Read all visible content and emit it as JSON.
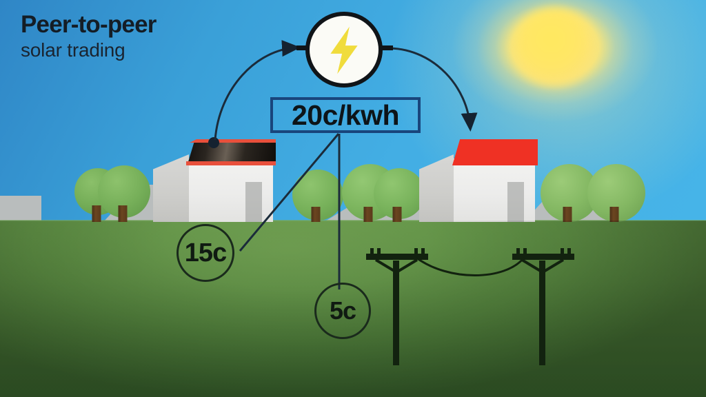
{
  "title": {
    "main": "Peer-to-peer",
    "sub": "solar trading"
  },
  "hub": {
    "icon": "lightning-bolt-icon",
    "bolt_color": "#f0dc3c",
    "circle_fill": "#fbfbf6",
    "circle_stroke": "#101418"
  },
  "price_box": {
    "label": "20c/kwh",
    "border_color": "#19457c",
    "text_color": "#0d1418"
  },
  "bubbles": [
    {
      "name": "seller-price-bubble",
      "label": "15c"
    },
    {
      "name": "grid-price-bubble",
      "label": "5c"
    }
  ],
  "houses": [
    {
      "name": "solar-seller-house",
      "roof": "solar-panel",
      "roof_color": "#13100e",
      "trim_color": "#e8503c"
    },
    {
      "name": "buyer-house",
      "roof": "tiled",
      "roof_color": "#ef3124"
    }
  ],
  "sun": {
    "name": "sun",
    "color": "#ffe667",
    "glow_color": "#fff0a0"
  },
  "flow_arrows": [
    {
      "name": "energy-out-arrow",
      "from": "solar-seller-house",
      "to": "trading-hub",
      "direction": "right"
    },
    {
      "name": "energy-in-arrow",
      "from": "trading-hub",
      "to": "buyer-house",
      "direction": "down"
    }
  ],
  "power_lines": {
    "name": "power-line-pylons",
    "pole_count": 2,
    "color": "#12220f"
  },
  "scenery": {
    "sky_color": "#3aa0d8",
    "ground_color": "#55853e",
    "tree_count": 7,
    "hill_color": "#b9bdbd"
  }
}
